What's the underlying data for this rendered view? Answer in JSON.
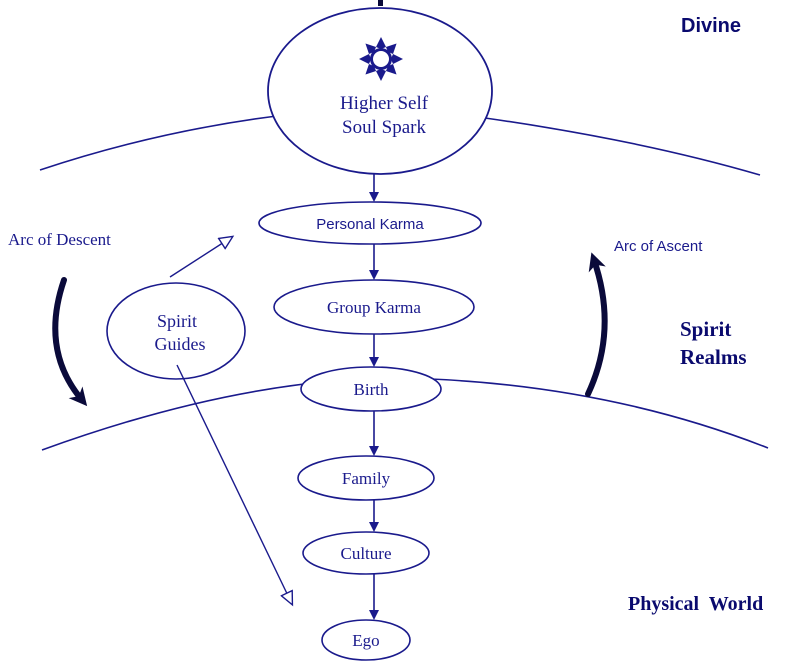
{
  "regions": {
    "divine": "Divine",
    "spirit_line1": "Spirit",
    "spirit_line2": "Realms",
    "physical": "Physical  World"
  },
  "nodes": {
    "higher_self_line1": "Higher Self",
    "higher_self_line2": "Soul Spark",
    "personal_karma": "Personal Karma",
    "group_karma": "Group Karma",
    "birth": "Birth",
    "family": "Family",
    "culture": "Culture",
    "ego": "Ego",
    "spirit_guides_line1": "Spirit",
    "spirit_guides_line2": "Guides"
  },
  "arcs": {
    "descent": "Arc of Descent",
    "ascent": "Arc of Ascent"
  },
  "colors": {
    "line": "#1a1a8c",
    "text": "#1a1a8c",
    "heading": "#0a0a6e",
    "arc_arrow": "#0a0a3a"
  },
  "icons": {
    "soul_spark": "sun-icon"
  }
}
